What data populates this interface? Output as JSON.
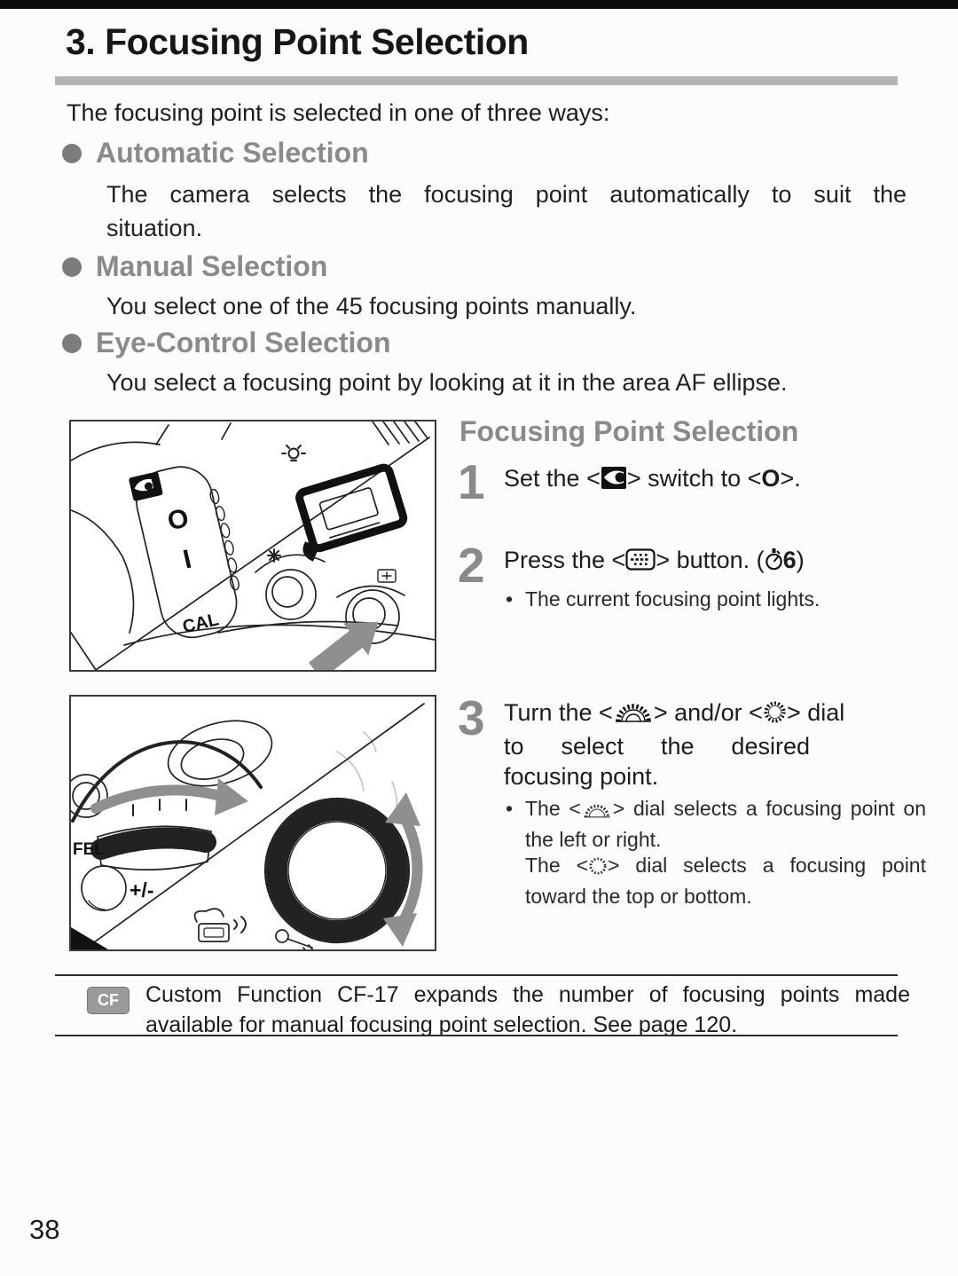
{
  "title": "3. Focusing Point Selection",
  "intro": "The focusing point is selected in one of three ways:",
  "page_number": "38",
  "sections": [
    {
      "heading": "Automatic Selection",
      "body_lines": [
        "The camera selects the focusing point automatically to suit the",
        "situation."
      ]
    },
    {
      "heading": "Manual Selection",
      "body_lines": [
        "You select one of the 45 focusing points manually."
      ]
    },
    {
      "heading": "Eye-Control Selection",
      "body_lines": [
        "You select a focusing point by looking at it in the area AF ellipse."
      ]
    }
  ],
  "procedure": {
    "heading": "Focusing Point Selection",
    "step1": {
      "number": "1",
      "seg_a": "Set the <",
      "seg_b": "> switch to <",
      "switch_position": "O",
      "seg_c": ">."
    },
    "step2": {
      "number": "2",
      "seg_a": "Press the <",
      "seg_b": "> button. (",
      "timer_value": "6",
      "seg_c": ")",
      "note": "The current focusing point lights."
    },
    "step3": {
      "number": "3",
      "line1_a": "Turn the <",
      "line1_b": "> and/or <",
      "line1_c": "> dial",
      "line2": "to select the desired",
      "line3": "focusing point.",
      "note1_a": "The <",
      "note1_b": "> dial selects a focusing point on the left or right.",
      "note2_a": "The <",
      "note2_b": "> dial selects a focusing point toward the top or bottom."
    }
  },
  "cf_note": {
    "badge": "CF",
    "text": "Custom Function CF-17 expands the number of focusing points made available for manual focusing point selection. See page 120."
  },
  "figures": {
    "fig1_labels": {
      "switch_o": "O",
      "switch_i": "I",
      "cal": "CAL"
    },
    "fig2_labels": {
      "fel": "FEL",
      "plus_minus": "+/-"
    }
  },
  "icons": {
    "eye_control_switch": "black square with white eye glyph",
    "off_position": "letter O",
    "af_point_selector_button": "rounded square with dotted grid",
    "timer": "stopwatch with count 6",
    "main_dial": "toothed half-disc",
    "quick_control_dial": "tick-edged circle"
  },
  "colors": {
    "heading_gray": "#8a8a8a",
    "rule_gray": "#b3b3b3",
    "arrow_gray": "#8f8f8f",
    "badge_gray": "#9a9a9a"
  }
}
